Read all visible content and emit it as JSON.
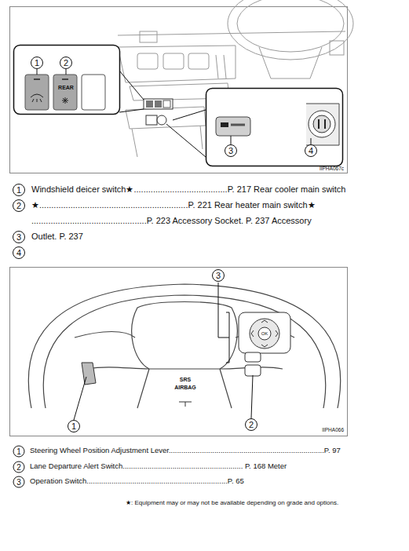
{
  "diagram": {
    "labels": [
      "1",
      "2",
      "REAR",
      "3",
      "4",
      "IIPHA067c",
      "1",
      "Windshield deicer switch★.......................................P. 217 Rear cooler main switch",
      "2",
      "★..............................................................P. 221 Rear heater main switch★",
      "................................................P. 223 Accessory Socket. P. 237 Accessory",
      "3",
      "Outlet. P. 237",
      "4",
      "3",
      "OK",
      "SRS",
      "AIRBAG",
      "1",
      "2",
      "IIPHA066",
      "1",
      "Steering Wheel Position Adjustment Lever...........................................................................P. 97",
      "2",
      "Lane Departure Alert Switch.......................................................... P. 168 Meter",
      "3",
      "Operation   Switch....................................................................P.  65",
      "★: Equipment may or may not be available depending on grade and options."
    ]
  }
}
